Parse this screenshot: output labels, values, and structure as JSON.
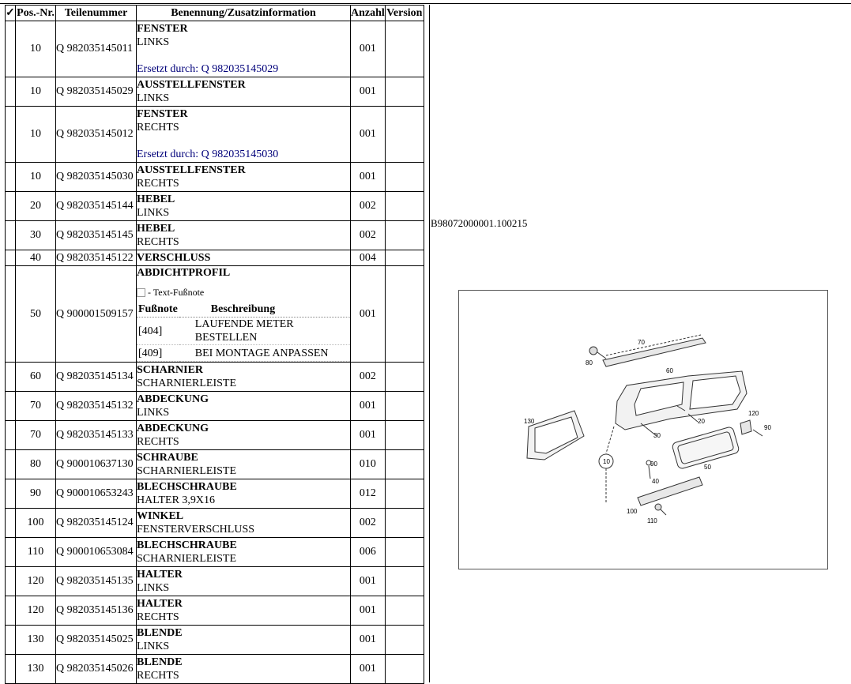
{
  "header": {
    "check": "✓",
    "pos": "Pos.-Nr.",
    "part": "Teilenummer",
    "desc": "Benennung/Zusatzinformation",
    "qty": "Anzahl",
    "version": "Version"
  },
  "rows": [
    {
      "pos": "10",
      "part": "Q 982035145011",
      "name": "FENSTER",
      "sub": "LINKS",
      "replaced": "Ersetzt durch: Q 982035145029",
      "qty": "001"
    },
    {
      "pos": "10",
      "part": "Q 982035145029",
      "name": "AUSSTELLFENSTER",
      "sub": "LINKS",
      "qty": "001"
    },
    {
      "pos": "10",
      "part": "Q 982035145012",
      "name": "FENSTER",
      "sub": "RECHTS",
      "replaced": "Ersetzt durch: Q 982035145030",
      "qty": "001"
    },
    {
      "pos": "10",
      "part": "Q 982035145030",
      "name": "AUSSTELLFENSTER",
      "sub": "RECHTS",
      "qty": "001"
    },
    {
      "pos": "20",
      "part": "Q 982035145144",
      "name": "HEBEL",
      "sub": "LINKS",
      "qty": "002"
    },
    {
      "pos": "30",
      "part": "Q 982035145145",
      "name": "HEBEL",
      "sub": "RECHTS",
      "qty": "002"
    },
    {
      "pos": "40",
      "part": "Q 982035145122",
      "name": "VERSCHLUSS",
      "sub": "",
      "qty": "004"
    },
    {
      "pos": "50",
      "part": "Q 900001509157",
      "name": "ABDICHTPROFIL",
      "sub": "",
      "qty": "001",
      "footnote": {
        "label": "- Text-Fußnote",
        "col1": "Fußnote",
        "col2": "Beschreibung",
        "items": [
          {
            "code": "[404]",
            "text": "LAUFENDE METER BESTELLEN"
          },
          {
            "code": "[409]",
            "text": "BEI MONTAGE ANPASSEN"
          }
        ]
      }
    },
    {
      "pos": "60",
      "part": "Q 982035145134",
      "name": "SCHARNIER",
      "sub": "SCHARNIERLEISTE",
      "qty": "002"
    },
    {
      "pos": "70",
      "part": "Q 982035145132",
      "name": "ABDECKUNG",
      "sub": "LINKS",
      "qty": "001"
    },
    {
      "pos": "70",
      "part": "Q 982035145133",
      "name": "ABDECKUNG",
      "sub": "RECHTS",
      "qty": "001"
    },
    {
      "pos": "80",
      "part": "Q 900010637130",
      "name": "SCHRAUBE",
      "sub": "SCHARNIERLEISTE",
      "qty": "010"
    },
    {
      "pos": "90",
      "part": "Q 900010653243",
      "name": "BLECHSCHRAUBE",
      "sub": "HALTER 3,9X16",
      "qty": "012"
    },
    {
      "pos": "100",
      "part": "Q 982035145124",
      "name": "WINKEL",
      "sub": "FENSTERVERSCHLUSS",
      "qty": "002"
    },
    {
      "pos": "110",
      "part": "Q 900010653084",
      "name": "BLECHSCHRAUBE",
      "sub": "SCHARNIERLEISTE",
      "qty": "006"
    },
    {
      "pos": "120",
      "part": "Q 982035145135",
      "name": "HALTER",
      "sub": "LINKS",
      "qty": "001"
    },
    {
      "pos": "120",
      "part": "Q 982035145136",
      "name": "HALTER",
      "sub": "RECHTS",
      "qty": "001"
    },
    {
      "pos": "130",
      "part": "Q 982035145025",
      "name": "BLENDE",
      "sub": "LINKS",
      "qty": "001"
    },
    {
      "pos": "130",
      "part": "Q 982035145026",
      "name": "BLENDE",
      "sub": "RECHTS",
      "qty": "001"
    }
  ],
  "drawing_ref": "B98072000001.100215",
  "drawing_labels": [
    "70",
    "80",
    "60",
    "130",
    "20",
    "30",
    "120",
    "90",
    "10",
    "90",
    "40",
    "50",
    "100",
    "110"
  ]
}
